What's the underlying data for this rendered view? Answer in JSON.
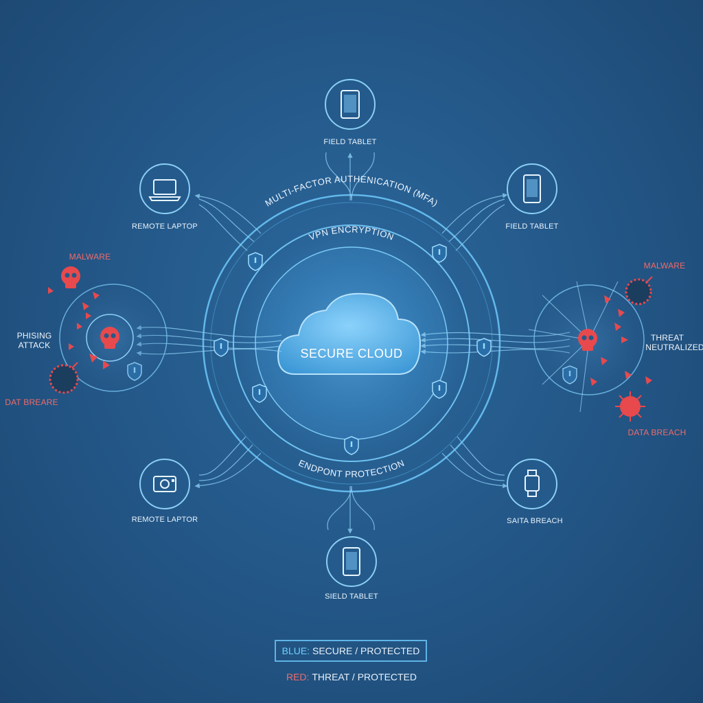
{
  "center": {
    "cloud_label": "SECURE CLOUD",
    "rings": {
      "outer": "MULTI-FACTOR AUTHENICATION (MFA)",
      "middle": "VPN ENCRYPTION",
      "bottom": "ENDPONT PROTECTION"
    }
  },
  "devices": [
    {
      "id": "top",
      "label": "FIELD TABLET",
      "icon": "tablet-icon"
    },
    {
      "id": "top-left",
      "label": "REMOTE LAPTOP",
      "icon": "laptop-icon"
    },
    {
      "id": "top-right",
      "label": "FIELD TABLET",
      "icon": "tablet-icon"
    },
    {
      "id": "bottom-left",
      "label": "REMOTE LAPTOR",
      "icon": "camera-icon"
    },
    {
      "id": "bottom-right",
      "label": "SAITA BREACH",
      "icon": "smartwatch-icon"
    },
    {
      "id": "bottom",
      "label": "SIELD TABLET",
      "icon": "tablet-icon"
    }
  ],
  "threats_left": {
    "malware": "MALWARE",
    "phishing_line1": "PHISING",
    "phishing_line2": "ATTACK",
    "breach": "DAT BREARE"
  },
  "threats_right": {
    "malware": "MALWARE",
    "neutralized_line1": "THREAT",
    "neutralized_line2": "NEUTRALIZED",
    "breach": "DATA BREACH"
  },
  "legend": {
    "blue_key": "BLUE:",
    "blue_text": "SECURE / PROTECTED",
    "red_key": "RED:",
    "red_text": "THREAT / PROTECTED"
  },
  "colors": {
    "secure": "#5fb4e6",
    "threat": "#e8494d",
    "background": "#24598a"
  }
}
